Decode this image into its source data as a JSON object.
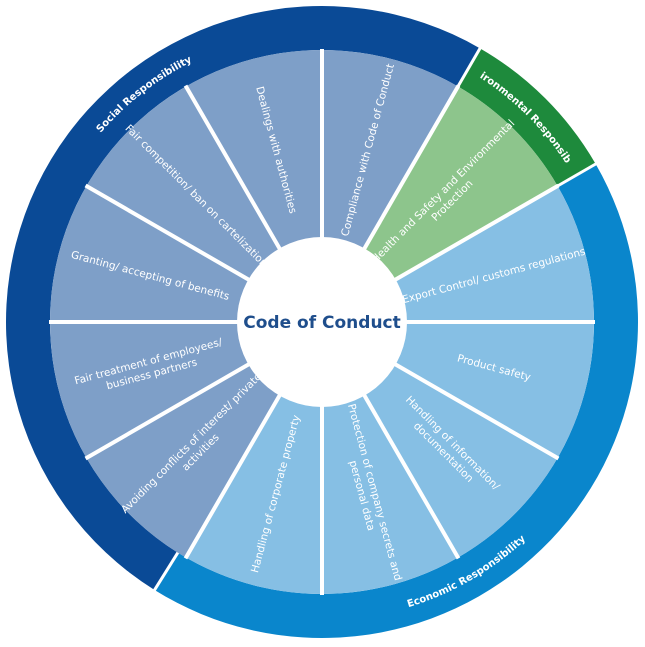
{
  "center": {
    "label": "Code of Conduct"
  },
  "colors": {
    "social_ring": "#0a4a96",
    "social_segment": "#7e9fc8",
    "environmental_ring": "#1e8a3c",
    "environmental_segment": "#8dc58c",
    "economic_ring": "#0a86cc",
    "economic_segment": "#86bfe4",
    "divider": "#ffffff",
    "center_text": "#1f4e8c"
  },
  "categories": [
    {
      "id": "social",
      "label": "Social Responsibility"
    },
    {
      "id": "environmental",
      "label": "Environmental Responsibility"
    },
    {
      "id": "economic",
      "label": "Economic Responsibility"
    }
  ],
  "segments": [
    {
      "label_lines": [
        "Compliance with Code of Conduct"
      ],
      "category": "social"
    },
    {
      "label_lines": [
        "Health and Safety and Environmental",
        "Protection"
      ],
      "category": "environmental"
    },
    {
      "label_lines": [
        "Export Control/ customs regulations"
      ],
      "category": "economic"
    },
    {
      "label_lines": [
        "Product safety"
      ],
      "category": "economic"
    },
    {
      "label_lines": [
        "Handling of information/",
        "documentation"
      ],
      "category": "economic"
    },
    {
      "label_lines": [
        "Protection of company secrets and",
        "personal data"
      ],
      "category": "economic"
    },
    {
      "label_lines": [
        "Handling of corporate property"
      ],
      "category": "economic"
    },
    {
      "label_lines": [
        "Avoiding conflicts of interest/ private",
        "activities"
      ],
      "category": "social"
    },
    {
      "label_lines": [
        "Fair treatment of employees/",
        "business partners"
      ],
      "category": "social"
    },
    {
      "label_lines": [
        "Granting/ accepting of benefits"
      ],
      "category": "social"
    },
    {
      "label_lines": [
        "Fair competition/ ban on cartelization"
      ],
      "category": "social"
    },
    {
      "label_lines": [
        "Dealings with authorities"
      ],
      "category": "social"
    }
  ]
}
